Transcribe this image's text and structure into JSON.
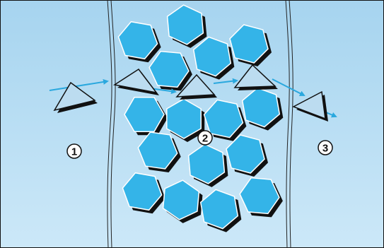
{
  "colors": {
    "background_top": "#a6d4ef",
    "background_bottom": "#cce8f8",
    "hexagon_fill": "#34b4e8",
    "hexagon_shadow": "#111111",
    "triangle_fill": "#bcdcf0",
    "path_arrow": "#2aa8de",
    "outline": "#111111"
  },
  "icons": {
    "particle": "hexagon-icon",
    "traveler": "triangle-icon",
    "direction": "arrow-icon"
  },
  "labels": {
    "region_1": "1",
    "region_2": "2",
    "region_3": "3"
  }
}
